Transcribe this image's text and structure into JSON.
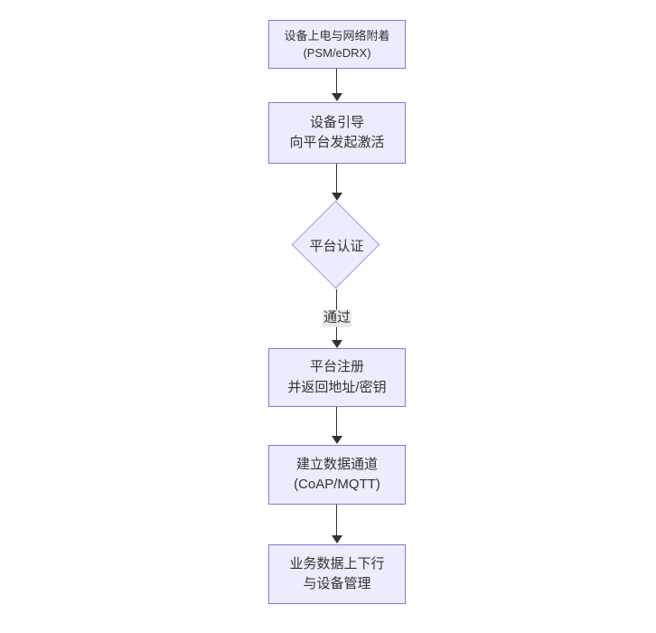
{
  "diagram": {
    "type": "flowchart",
    "direction": "top-down",
    "nodes": [
      {
        "shape": "rect",
        "lines": [
          "设备上电与网络附着",
          "(PSM/eDRX)"
        ]
      },
      {
        "shape": "rect",
        "lines": [
          "设备引导",
          "向平台发起激活"
        ]
      },
      {
        "shape": "diamond",
        "label": "平台认证"
      },
      {
        "shape": "rect",
        "lines": [
          "平台注册",
          "并返回地址/密钥"
        ]
      },
      {
        "shape": "rect",
        "lines": [
          "建立数据通道",
          "(CoAP/MQTT)"
        ]
      },
      {
        "shape": "rect",
        "lines": [
          "业务数据上下行",
          "与设备管理"
        ]
      }
    ],
    "edges": [
      {
        "from": 0,
        "to": 1,
        "label": ""
      },
      {
        "from": 1,
        "to": 2,
        "label": ""
      },
      {
        "from": 2,
        "to": 3,
        "label": "通过"
      },
      {
        "from": 3,
        "to": 4,
        "label": ""
      },
      {
        "from": 4,
        "to": 5,
        "label": ""
      }
    ],
    "colors": {
      "node_fill": "#ECECFF",
      "node_border": "#9370DB",
      "diamond_border": "#a793e0",
      "edge_line": "#333333",
      "edge_label_bg": "#e8e8e8",
      "text": "#333333",
      "background": "#ffffff"
    }
  }
}
